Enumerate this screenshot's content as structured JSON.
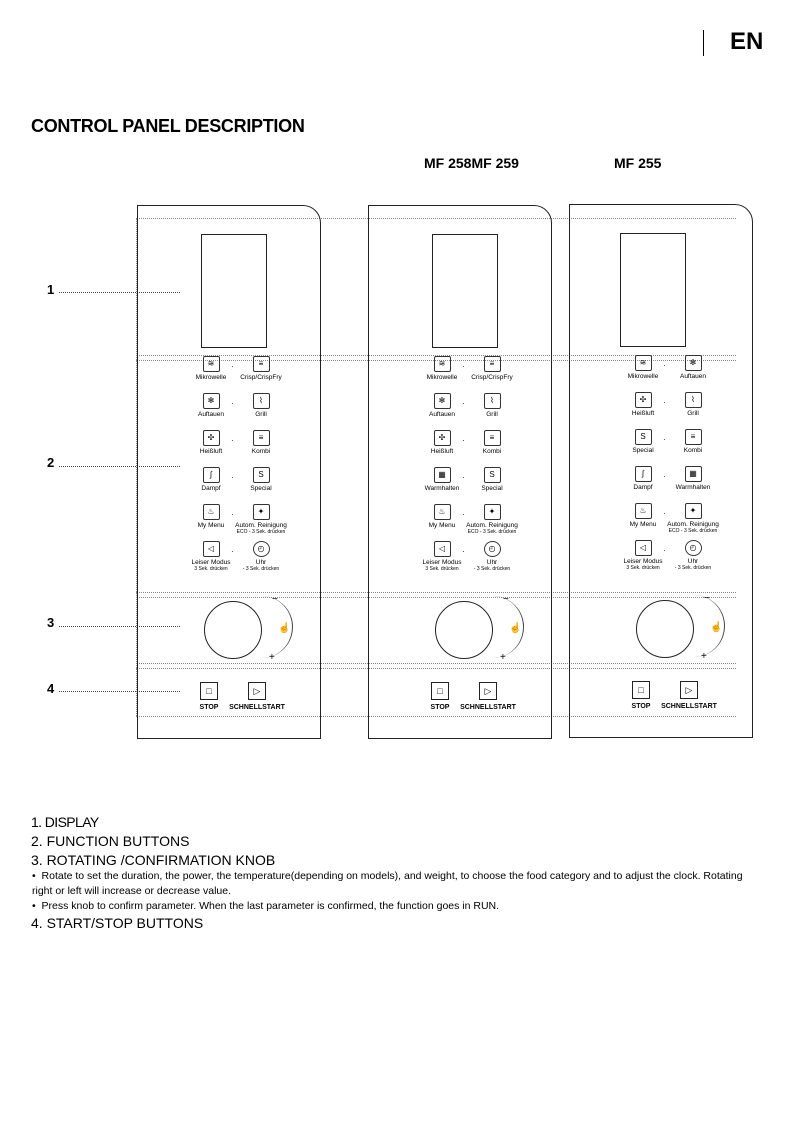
{
  "header": {
    "lang": "EN",
    "title": "CONTROL PANEL DESCRIPTION"
  },
  "models": [
    "MF 258MF 259",
    "MF 255"
  ],
  "callouts": [
    "1",
    "2",
    "3",
    "4"
  ],
  "panels": [
    {
      "rows": [
        [
          "Mikrowelle",
          "Crisp/CrispFry"
        ],
        [
          "Auftauen",
          "Grill"
        ],
        [
          "Heißluft",
          "Kombi"
        ],
        [
          "Dampf",
          "Special"
        ],
        [
          "My Menu",
          "Autom. Reinigung"
        ],
        [
          "Leiser Modus",
          "Uhr"
        ]
      ],
      "subs": [
        "3 Sek. drücken",
        "ECO - 3 Sek. drücken",
        "- 3 Sek. drücken"
      ]
    },
    {
      "rows": [
        [
          "Mikrowelle",
          "Crisp/CrispFry"
        ],
        [
          "Auftauen",
          "Grill"
        ],
        [
          "Heißluft",
          "Kombi"
        ],
        [
          "Warmhalten",
          "Special"
        ],
        [
          "My Menu",
          "Autom. Reinigung"
        ],
        [
          "Leiser Modus",
          "Uhr"
        ]
      ],
      "subs": [
        "3 Sek. drücken",
        "ECO - 3 Sek. drücken",
        "- 3 Sek. drücken"
      ]
    },
    {
      "rows": [
        [
          "Mikrowelle",
          "Auftauen"
        ],
        [
          "Heißluft",
          "Grill"
        ],
        [
          "Special",
          "Kombi"
        ],
        [
          "Dampf",
          "Warmhalten"
        ],
        [
          "My Menu",
          "Autom. Reinigung"
        ],
        [
          "Leiser Modus",
          "Uhr"
        ]
      ],
      "subs": [
        "3 Sek. drücken",
        "ECO - 3 Sek. drücken",
        "- 3 Sek. drücken"
      ]
    }
  ],
  "controls": {
    "stop": "STOP",
    "start": "SCHNELLSTART",
    "minus": "−",
    "plus": "+"
  },
  "descriptions": {
    "d1": "1. DISPLAY",
    "d2": "2. FUNCTION BUTTONS",
    "d3": "3. ROTATING /CONFIRMATION KNOB",
    "b1": "Rotate to set the duration, the power, the temperature(depending on models), and weight, to choose the food category and to adjust the clock.  Rotating right or left will increase or decrease value.",
    "b2": "Press knob to confirm parameter. When the last parameter is confirmed, the function goes in RUN.",
    "d4": "4. START/STOP BUTTONS"
  }
}
